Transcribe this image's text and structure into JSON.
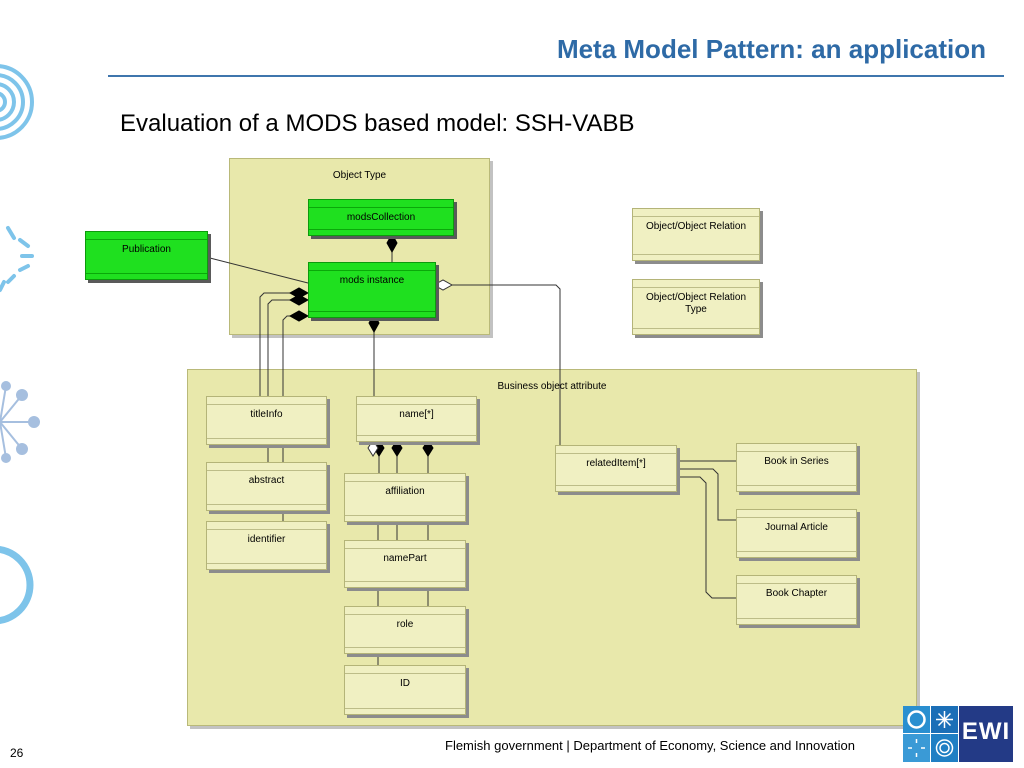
{
  "slide": {
    "title": "Meta Model Pattern: an application",
    "subtitle": "Evaluation of a MODS based model: SSH-VABB",
    "footer": "Flemish government  |  Department of Economy, Science and Innovation",
    "page_number": "26"
  },
  "diagram": {
    "packages": {
      "object_type": "Object Type",
      "business_object_attribute": "Business object attribute"
    },
    "classes": {
      "mods_collection": "modsCollection",
      "publication": "Publication",
      "mods_instance": "mods instance",
      "object_object_relation": "Object/Object Relation",
      "object_object_relation_type": "Object/Object Relation Type",
      "title_info": "titleInfo",
      "abstract": "abstract",
      "identifier": "identifier",
      "name": "name[*]",
      "affiliation": "affiliation",
      "name_part": "namePart",
      "role": "role",
      "id": "ID",
      "related_item": "relatedItem[*]",
      "book_in_series": "Book in Series",
      "journal_article": "Journal Article",
      "book_chapter": "Book Chapter"
    }
  },
  "logo": {
    "text": "EWI"
  },
  "colors": {
    "title": "#2e6aa6",
    "green_class": "#1fe01f",
    "package": "#e8e8ab",
    "class_fill": "#f0f0c2",
    "decor": "#7ec4ea"
  }
}
